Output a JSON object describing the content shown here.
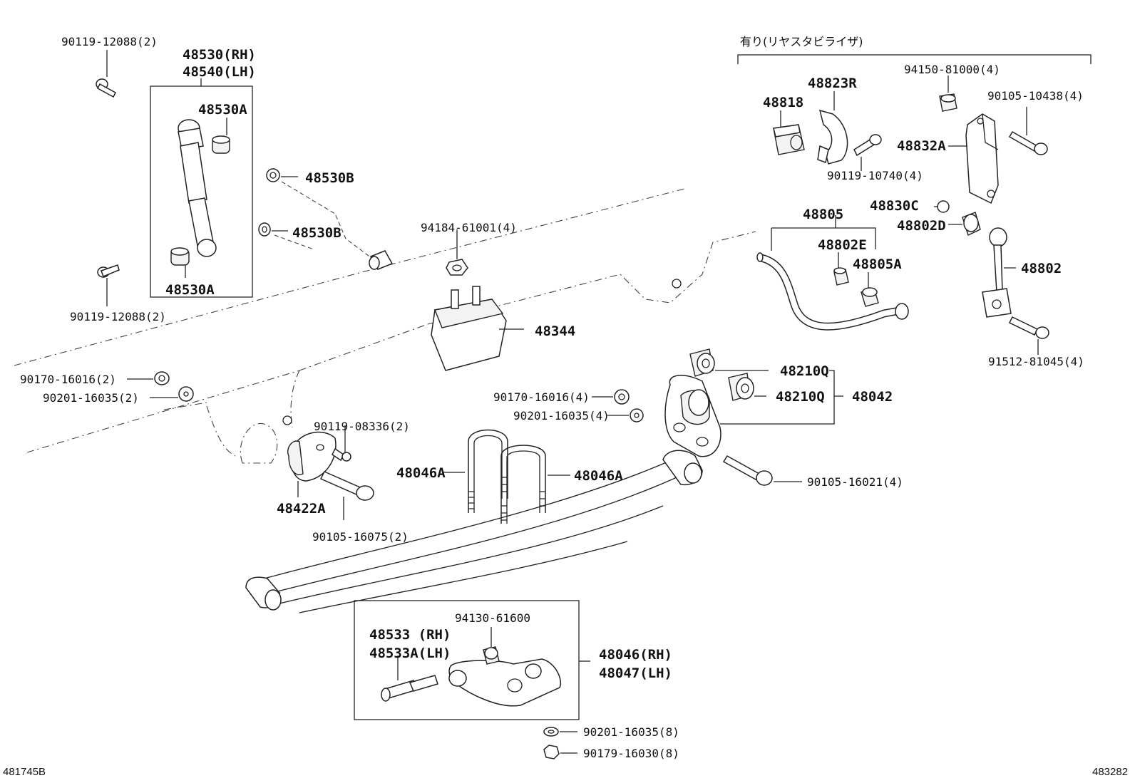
{
  "header_note": "有り(リヤスタビライザ)",
  "footer": {
    "left_ref": "481745B",
    "right_ref": "483282"
  },
  "labels": {
    "p90119_12088_top": "90119-12088(2)",
    "p48530_rh": "48530(RH)",
    "p48540_lh": "48540(LH)",
    "p48530A_top": "48530A",
    "p48530A_bottom": "48530A",
    "p48530B_1": "48530B",
    "p48530B_2": "48530B",
    "p90119_12088_bottom": "90119-12088(2)",
    "p94184_61001": "94184-61001(4)",
    "p48344": "48344",
    "p90170_16016_left": "90170-16016(2)",
    "p90201_16035_left": "90201-16035(2)",
    "p90119_08336": "90119-08336(2)",
    "p48422A": "48422A",
    "p90105_16075": "90105-16075(2)",
    "p48046A_left": "48046A",
    "p48046A_right": "48046A",
    "p90170_16016_mid": "90170-16016(4)",
    "p90201_16035_mid": "90201-16035(4)",
    "p48210Q_1": "48210Q",
    "p48210Q_2": "48210Q",
    "p48042": "48042",
    "p90105_16021": "90105-16021(4)",
    "p48823R": "48823R",
    "p48818": "48818",
    "p94150_81000": "94150-81000(4)",
    "p90105_10438": "90105-10438(4)",
    "p48832A": "48832A",
    "p90119_10740": "90119-10740(4)",
    "p48830C": "48830C",
    "p48802D": "48802D",
    "p48805": "48805",
    "p48802E": "48802E",
    "p48805A": "48805A",
    "p48802": "48802",
    "p91512_81045": "91512-81045(4)",
    "p94130_61600": "94130-61600",
    "p48533_rh": "48533 (RH)",
    "p48533A_lh": "48533A(LH)",
    "p48046_rh": "48046(RH)",
    "p48047_lh": "48047(LH)",
    "p90201_16035_bottom": "90201-16035(8)",
    "p90179_16030": "90179-16030(8)"
  }
}
